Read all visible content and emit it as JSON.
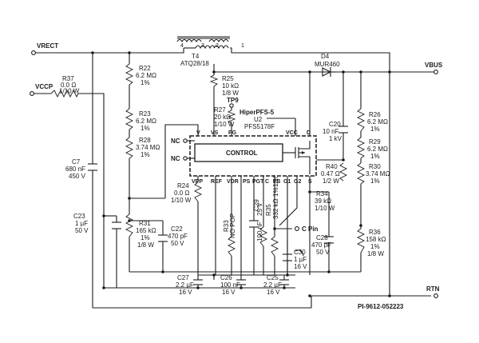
{
  "nets": {
    "vrect": "VRECT",
    "vccp": "VCCP",
    "vbus": "VBUS",
    "rtn": "RTN",
    "cpin": "C Pin",
    "nc1": "NC",
    "nc2": "NC"
  },
  "ic": {
    "name": "HiperPFS-5",
    "ref": "U2",
    "part": "PFS5178F",
    "block": "CONTROL",
    "pins_top": [
      "V",
      "VS",
      "PG",
      "VCC",
      "D"
    ],
    "pins_bottom": [
      "VPP",
      "REF",
      "VDR",
      "PS",
      "PGT",
      "C",
      "FB",
      "G1",
      "G2",
      "S"
    ]
  },
  "transformer": {
    "ref": "T4",
    "part": "ATQ28/18",
    "pins": [
      "4",
      "3",
      "2",
      "1"
    ]
  },
  "testpoint": "TP9",
  "components": [
    {
      "ref": "R37",
      "value": "0.0 Ω",
      "rating": "1/10 W"
    },
    {
      "ref": "R22",
      "value": "6.2 MΩ",
      "rating": "1%"
    },
    {
      "ref": "R23",
      "value": "6.2 MΩ",
      "rating": "1%"
    },
    {
      "ref": "R28",
      "value": "3.74 MΩ",
      "rating": "1%"
    },
    {
      "ref": "R25",
      "value": "10 kΩ",
      "rating": "1/8 W"
    },
    {
      "ref": "R27",
      "value": "20 kΩ",
      "rating": "1/10 W"
    },
    {
      "ref": "D4",
      "value": "MUR460",
      "rating": ""
    },
    {
      "ref": "C20",
      "value": "10 nF",
      "rating": "1 kV"
    },
    {
      "ref": "R26",
      "value": "6.2 MΩ",
      "rating": "1%"
    },
    {
      "ref": "R29",
      "value": "6.2 MΩ",
      "rating": "1%"
    },
    {
      "ref": "R30",
      "value": "3.74 MΩ",
      "rating": "1%"
    },
    {
      "ref": "R40",
      "value": "0.47 Ω",
      "rating": "1/2 W"
    },
    {
      "ref": "C7",
      "value": "680 nF",
      "rating": "450 V"
    },
    {
      "ref": "C23",
      "value": "1 µF",
      "rating": "50 V"
    },
    {
      "ref": "R24",
      "value": "0.0 Ω",
      "rating": "1/10 W"
    },
    {
      "ref": "R31",
      "value": "165 kΩ",
      "rating": "1%",
      "rating2": "1/8 W"
    },
    {
      "ref": "C22",
      "value": "470 pF",
      "rating": "50 V"
    },
    {
      "ref": "R33",
      "value": "NO POP",
      "rating": ""
    },
    {
      "ref": "C29",
      "value": "100 nF",
      "rating": "25 V"
    },
    {
      "ref": "R35",
      "value": "332 kΩ",
      "rating": "1%",
      "rating2": "1/10 W"
    },
    {
      "ref": "R34",
      "value": "39 kΩ",
      "rating": "1/10 W"
    },
    {
      "ref": "C28",
      "value": "470 pF",
      "rating": "50 V"
    },
    {
      "ref": "C30",
      "value": "1 µF",
      "rating": "16 V"
    },
    {
      "ref": "R36",
      "value": "158 kΩ",
      "rating": "1%",
      "rating2": "1/8 W"
    },
    {
      "ref": "C27",
      "value": "2.2 µF",
      "rating": "16 V"
    },
    {
      "ref": "C26",
      "value": "100 nF",
      "rating": "16 V"
    },
    {
      "ref": "C25",
      "value": "2.2 µF",
      "rating": "16 V"
    }
  ],
  "drawing_id": "PI-9612-052223"
}
